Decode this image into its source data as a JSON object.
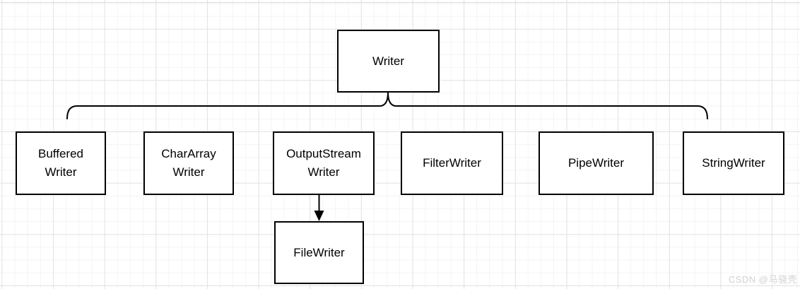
{
  "diagram": {
    "nodes": {
      "writer": {
        "label": "Writer"
      },
      "buffered_writer": {
        "label": "Buffered\nWriter"
      },
      "chararray_writer": {
        "label": "CharArray\nWriter"
      },
      "outputstream_writer": {
        "label": "OutputStream\nWriter"
      },
      "filter_writer": {
        "label": "FilterWriter"
      },
      "pipe_writer": {
        "label": "PipeWriter"
      },
      "string_writer": {
        "label": "StringWriter"
      },
      "file_writer": {
        "label": "FileWriter"
      }
    },
    "edges": [
      {
        "type": "bracket",
        "from": "Writer",
        "to": [
          "Buffered Writer",
          "CharArray Writer",
          "OutputStream Writer",
          "FilterWriter",
          "PipeWriter",
          "StringWriter"
        ]
      },
      {
        "type": "arrow",
        "from": "OutputStream Writer",
        "to": "FileWriter"
      }
    ]
  },
  "watermark": {
    "text": "CSDN @马骁壳"
  },
  "colors": {
    "node_border": "#000000",
    "node_fill": "#ffffff",
    "connector": "#000000",
    "grid_minor": "#f4f4f4",
    "grid_major": "#e3e3e3",
    "watermark": "#d2d2d2"
  }
}
